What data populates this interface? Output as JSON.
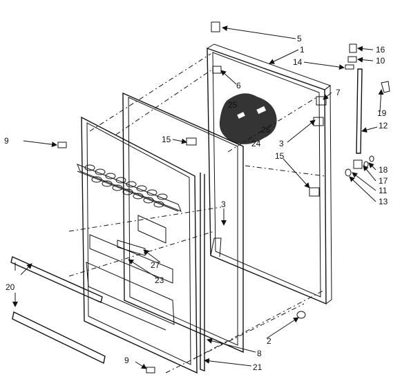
{
  "diagram": {
    "callouts": [
      "1",
      "2",
      "3",
      "3",
      "5",
      "6",
      "7",
      "8",
      "9",
      "9",
      "10",
      "11",
      "12",
      "13",
      "14",
      "15",
      "15",
      "16",
      "17",
      "18",
      "19",
      "20",
      "21",
      "23",
      "24",
      "25",
      "26",
      "27"
    ]
  }
}
